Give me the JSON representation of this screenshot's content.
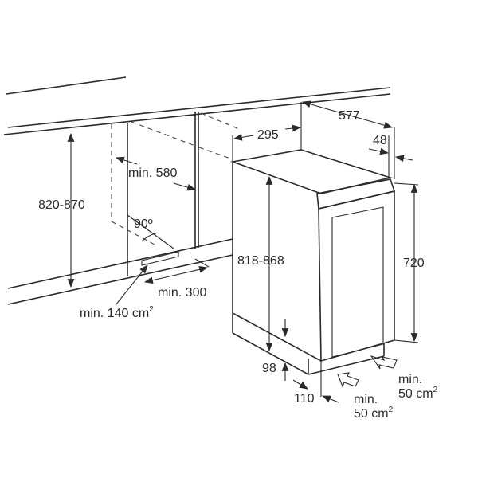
{
  "labels": {
    "niche_height": "820-870",
    "niche_width": "min. 580",
    "angle": "90º",
    "plinth_depth": "min. 300",
    "plinth_vent": "min. 140 cm",
    "plinth_vent_exp": "2",
    "width": "295",
    "depth": "577",
    "door_offset": "48",
    "appliance_height": "818-868",
    "door_height": "720",
    "plinth_height": "98",
    "plinth_setback": "110",
    "outlet_vent_line1": "min.",
    "outlet_vent_line2": "50 cm",
    "outlet_vent_exp": "2",
    "inlet_vent_line1": "min.",
    "inlet_vent_line2": "50 cm",
    "inlet_vent_exp": "2"
  }
}
